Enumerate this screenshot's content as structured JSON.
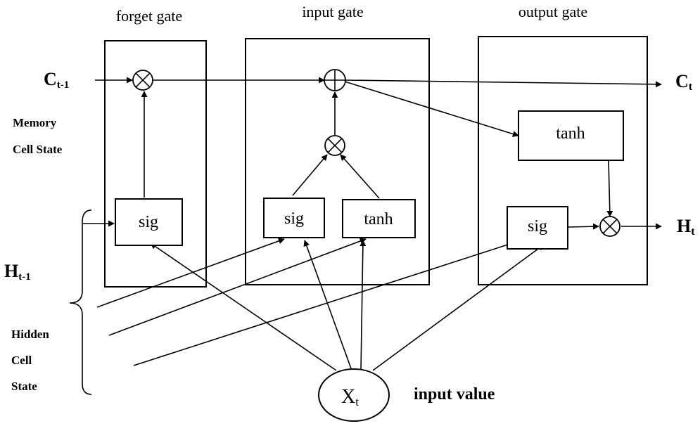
{
  "gates": {
    "forget": "forget gate",
    "input": "input gate",
    "output": "output gate"
  },
  "nodes": {
    "forget_sig": "sig",
    "input_sig": "sig",
    "input_tanh": "tanh",
    "output_tanh": "tanh",
    "output_sig": "sig"
  },
  "labels": {
    "c_prev_main": "C",
    "c_prev_sub": "t-1",
    "c_t_main": "C",
    "c_t_sub": "t",
    "h_prev_main": "H",
    "h_prev_sub": "t-1",
    "h_t_main": "H",
    "h_t_sub": "t",
    "memory_line1": "Memory",
    "memory_line2": "Cell State",
    "hidden_line1": "Hidden",
    "hidden_line2": "Cell",
    "hidden_line3": "State",
    "x_main": "X",
    "x_sub": "t",
    "input_value": "input value"
  },
  "colors": {
    "stroke": "#000000",
    "background": "#ffffff"
  }
}
